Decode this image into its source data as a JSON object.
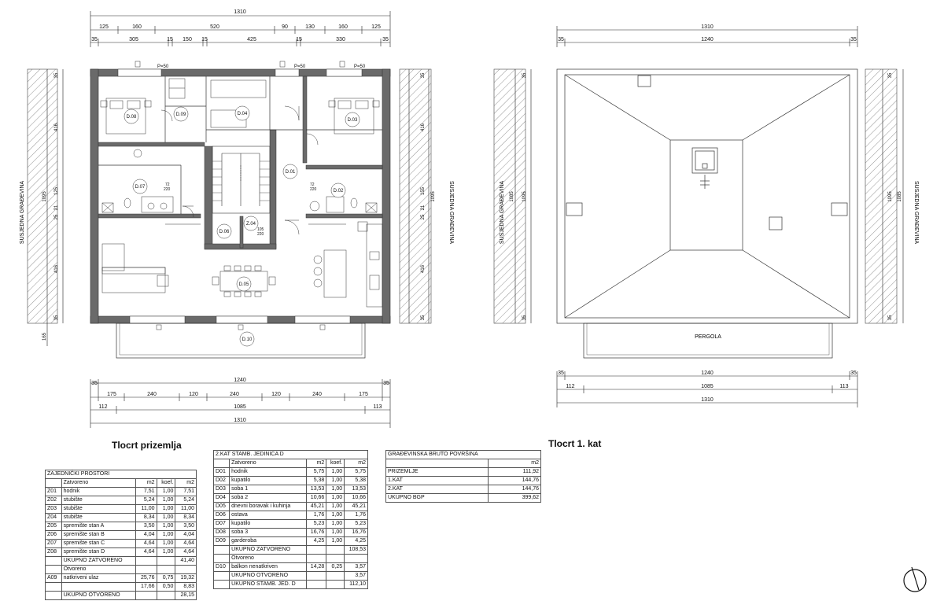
{
  "plan_left": {
    "title": "Tlocrt prizemlja",
    "top_total": "1310",
    "top_row1": [
      "125",
      "160",
      "520",
      "90",
      "130",
      "160",
      "125"
    ],
    "top_row2": [
      "35",
      "305",
      "15",
      "150",
      "15",
      "425",
      "15",
      "330",
      "35"
    ],
    "bottom_total": "1310",
    "bottom_1240": "1240",
    "bottom_35": "35",
    "bottom_row1": [
      "175",
      "240",
      "120",
      "240",
      "120",
      "240",
      "175"
    ],
    "bottom_row2": [
      "112",
      "1085",
      "113"
    ],
    "neighbor_label": "SUSJEDNA GRAĐEVINA",
    "side_dims_left": [
      "35",
      "416",
      "125",
      "1095",
      "21",
      "25",
      "416",
      "35",
      "165"
    ],
    "side_dims_right": [
      "35",
      "416",
      "155",
      "1095",
      "21",
      "25",
      "416",
      "35"
    ],
    "p50": "P=50",
    "rooms": {
      "d08": "D.08",
      "d09": "D.09",
      "d04": "D.04",
      "d03": "D.03",
      "d01": "D.01",
      "d07": "D.07",
      "d02": "D.02",
      "d06": "D.06",
      "z04": "Z.04",
      "d05": "D.05",
      "d10": "D.10"
    },
    "door_220a": "220",
    "door_220b": "220",
    "door_22a": "72",
    "door_22b": "72",
    "door_105": "105",
    "door_220c": "220"
  },
  "plan_right": {
    "title": "Tlocrt 1. kat",
    "top_total": "1310",
    "top_1240": "1240",
    "top_35": "35",
    "bottom_1240": "1240",
    "bottom_35": "35",
    "bottom_row": [
      "112",
      "1085",
      "113"
    ],
    "bottom_total": "1310",
    "neighbor_label": "SUSJEDNA GRAĐEVINA",
    "pergola": "PERGOLA",
    "side_dims": [
      "35",
      "1095",
      "35",
      "1085"
    ]
  },
  "table_common": {
    "title": "ZAJEDNIČKI PROSTORI",
    "header": [
      "",
      "Zatvoreno",
      "m2",
      "koef.",
      "m2"
    ],
    "rows": [
      [
        "Z01",
        "hodnik",
        "7,51",
        "1,00",
        "7,51"
      ],
      [
        "Z02",
        "stubište",
        "5,24",
        "1,00",
        "5,24"
      ],
      [
        "Z03",
        "stubište",
        "11,00",
        "1,00",
        "11,00"
      ],
      [
        "Z04",
        "stubište",
        "8,34",
        "1,00",
        "8,34"
      ],
      [
        "Z05",
        "spremište stan A",
        "3,50",
        "1,00",
        "3,50"
      ],
      [
        "Z06",
        "spremište stan B",
        "4,04",
        "1,00",
        "4,04"
      ],
      [
        "Z07",
        "spremište stan C",
        "4,64",
        "1,00",
        "4,64"
      ],
      [
        "Z08",
        "spremište stan D",
        "4,64",
        "1,00",
        "4,64"
      ],
      [
        "",
        "UKUPNO ZATVORENO",
        "",
        "",
        "41,40"
      ],
      [
        "",
        "Otvoreno",
        "",
        "",
        ""
      ],
      [
        "A09",
        "natkriveni ulaz",
        "25,76",
        "0,75",
        "19,32"
      ],
      [
        "",
        "",
        "17,66",
        "0,50",
        "8,83"
      ],
      [
        "",
        "UKUPNO OTVORENO",
        "",
        "",
        "28,15"
      ]
    ]
  },
  "table_unit": {
    "title": "2.KAT STAMB. JEDINICA D",
    "header": [
      "",
      "Zatvoreno",
      "m2",
      "koef.",
      "m2"
    ],
    "rows": [
      [
        "D01",
        "hodnik",
        "5,75",
        "1,00",
        "5,75"
      ],
      [
        "D02",
        "kupatilo",
        "5,38",
        "1,00",
        "5,38"
      ],
      [
        "D03",
        "soba 1",
        "13,53",
        "1,00",
        "13,53"
      ],
      [
        "D04",
        "soba 2",
        "10,66",
        "1,00",
        "10,66"
      ],
      [
        "D05",
        "dnevni boravak i kuhinja",
        "45,21",
        "1,00",
        "45,21"
      ],
      [
        "D06",
        "ostava",
        "1,76",
        "1,00",
        "1,76"
      ],
      [
        "D07",
        "kupatilo",
        "5,23",
        "1,00",
        "5,23"
      ],
      [
        "D08",
        "soba 3",
        "16,76",
        "1,00",
        "16,76"
      ],
      [
        "D09",
        "garderoba",
        "4,25",
        "1,00",
        "4,25"
      ],
      [
        "",
        "UKUPNO ZATVORENO",
        "",
        "",
        "108,53"
      ],
      [
        "",
        "Otvoreno",
        "",
        "",
        ""
      ],
      [
        "D10",
        "balkon nenatkriven",
        "14,28",
        "0,25",
        "3,57"
      ],
      [
        "",
        "UKUPNO OTVORENO",
        "",
        "",
        "3,57"
      ],
      [
        "",
        "UKUPNO STAMB. JED. D",
        "",
        "",
        "112,10"
      ]
    ]
  },
  "table_bgp": {
    "title": "GRAĐEVINSKA BRUTO POVRŠINA",
    "unit": "m2",
    "rows": [
      [
        "PRIZEMLJE",
        "111,92"
      ],
      [
        "1.KAT",
        "144,76"
      ],
      [
        "2.KAT",
        "144,76"
      ],
      [
        "UKUPNO BGP",
        "399,62"
      ]
    ]
  }
}
